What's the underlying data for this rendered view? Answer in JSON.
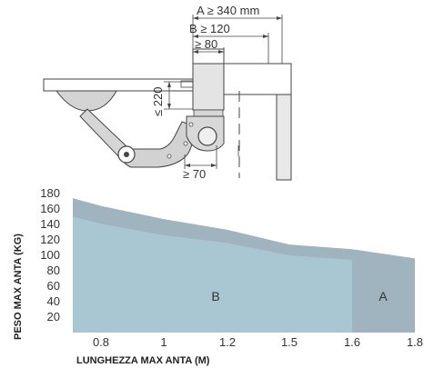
{
  "installation": {
    "dim_a": "A ≥ 340 mm",
    "dim_b": "B ≥ 120",
    "dim_80": "≥ 80",
    "dim_220": "≤ 220",
    "dim_70": "≥ 70"
  },
  "chart_data": {
    "type": "area",
    "xlabel": "LUNGHEZZA MAX ANTA (M)",
    "ylabel": "PESO MAX ANTA (KG)",
    "x_ticks": [
      "0.8",
      "1",
      "1.2",
      "1.5",
      "1.6",
      "1.8"
    ],
    "y_ticks": [
      "180",
      "160",
      "140",
      "120",
      "100",
      "80",
      "60",
      "40",
      "20"
    ],
    "ylim": [
      0,
      180
    ],
    "grid": false,
    "colors": {
      "region_a": "#9fb4bf",
      "region_b": "#a9c6d3"
    },
    "series": [
      {
        "name": "A",
        "points": [
          [
            0.7,
            174
          ],
          [
            0.8,
            164
          ],
          [
            1.0,
            147
          ],
          [
            1.2,
            133
          ],
          [
            1.5,
            114
          ],
          [
            1.6,
            108
          ],
          [
            1.8,
            96
          ]
        ]
      },
      {
        "name": "B",
        "points": [
          [
            0.7,
            150
          ],
          [
            0.8,
            141
          ],
          [
            1.0,
            126
          ],
          [
            1.2,
            116
          ],
          [
            1.5,
            100
          ],
          [
            1.6,
            94
          ]
        ]
      }
    ]
  }
}
